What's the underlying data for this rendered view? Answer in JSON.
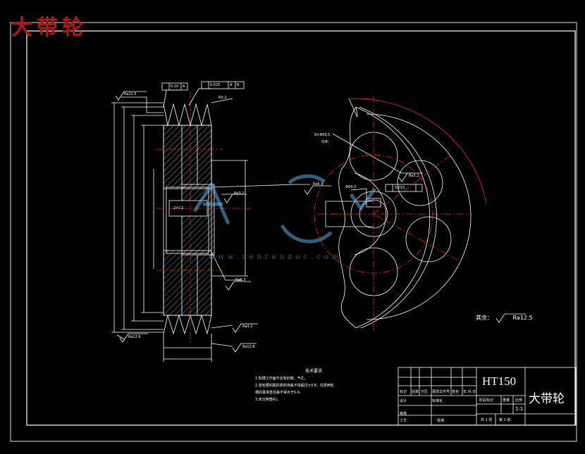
{
  "drawing": {
    "overlay_title": "大带轮",
    "watermark": "www.renrendoc.com",
    "material": "HT150",
    "part_name": "大带轮",
    "scale": "1:1",
    "sheet_total": "共 1 张",
    "sheet_no": "第 1 张",
    "other_roughness_label": "其余",
    "other_roughness_value": "Ra12.5"
  },
  "annotations": {
    "ra_top": "Ra12.5",
    "tol_flat": "0.10",
    "tol_runout": "0.025",
    "datum_a": "A",
    "datum_b": "B",
    "chamfer": "R3.2",
    "ra_hub": "Ra6.3",
    "ra_bore": "Ra3.2",
    "ra_lower": "Ra6.3",
    "ra_bottom_left": "Ra12.6",
    "ra_bottom_right1": "Ra3.2",
    "ra_bottom_right2": "Ra12.6",
    "hole_label": "8×Φ69.5",
    "hole_sub": "均布",
    "ra_front": "Ra3.2",
    "keyway_tol": "0.015",
    "keyway_dim": "Φ69.3",
    "bore_chamfer": "2×C2"
  },
  "tech_requirements": {
    "title": "技术要求",
    "lines": [
      "1.轮槽工作面不应有砂眼、气孔。",
      "2.各轮槽间距的累积误差不得超过±0.8，任意两轮",
      "  槽的基准直径差不得大于0.4。",
      "3.未注倒角R1。"
    ]
  },
  "title_block": {
    "labels": [
      "标记",
      "处数",
      "分区",
      "更改文件号",
      "签名",
      "年.月.日",
      "设计",
      "标准化",
      "阶段标记",
      "重量",
      "比例",
      "审核",
      "工艺",
      "批准"
    ]
  }
}
